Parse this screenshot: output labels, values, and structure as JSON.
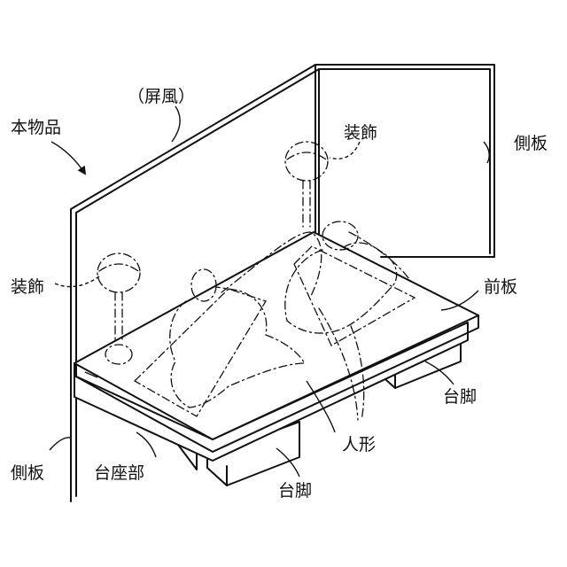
{
  "labels": {
    "product": "本物品",
    "screen": "（屏風）",
    "decoration_top": "装飾",
    "decoration_left": "装飾",
    "side_panel_right": "側板",
    "side_panel_left": "側板",
    "front_panel": "前板",
    "leg_right": "台脚",
    "leg_center": "台脚",
    "base": "台座部",
    "doll": "人形"
  }
}
